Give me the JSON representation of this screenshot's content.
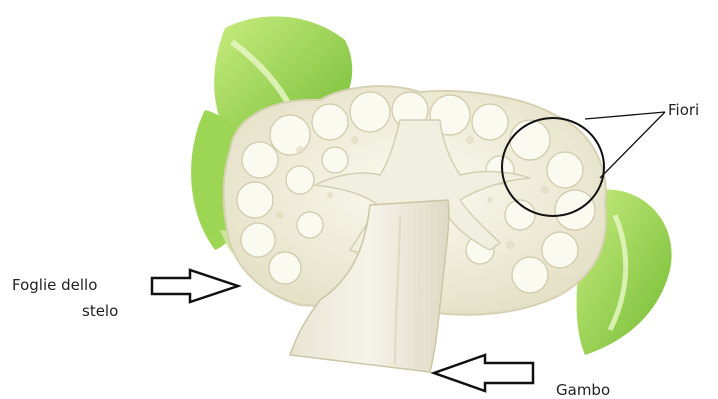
{
  "labels": {
    "flowers": "Fiori",
    "stem_leaves_line1": "Foglie dello",
    "stem_leaves_line2": "stelo",
    "stalk": "Gambo"
  },
  "illustration": {
    "subject": "cauliflower-cross-section",
    "colors": {
      "leaf_light": "#b6e36a",
      "leaf_mid": "#8fcd4a",
      "leaf_dark": "#6fb62e",
      "curd": "#f3f1df",
      "curd_shadow": "#dcd8bd",
      "stem": "#efede0",
      "stem_shadow": "#d9d6c2",
      "outline": "#111111"
    }
  }
}
